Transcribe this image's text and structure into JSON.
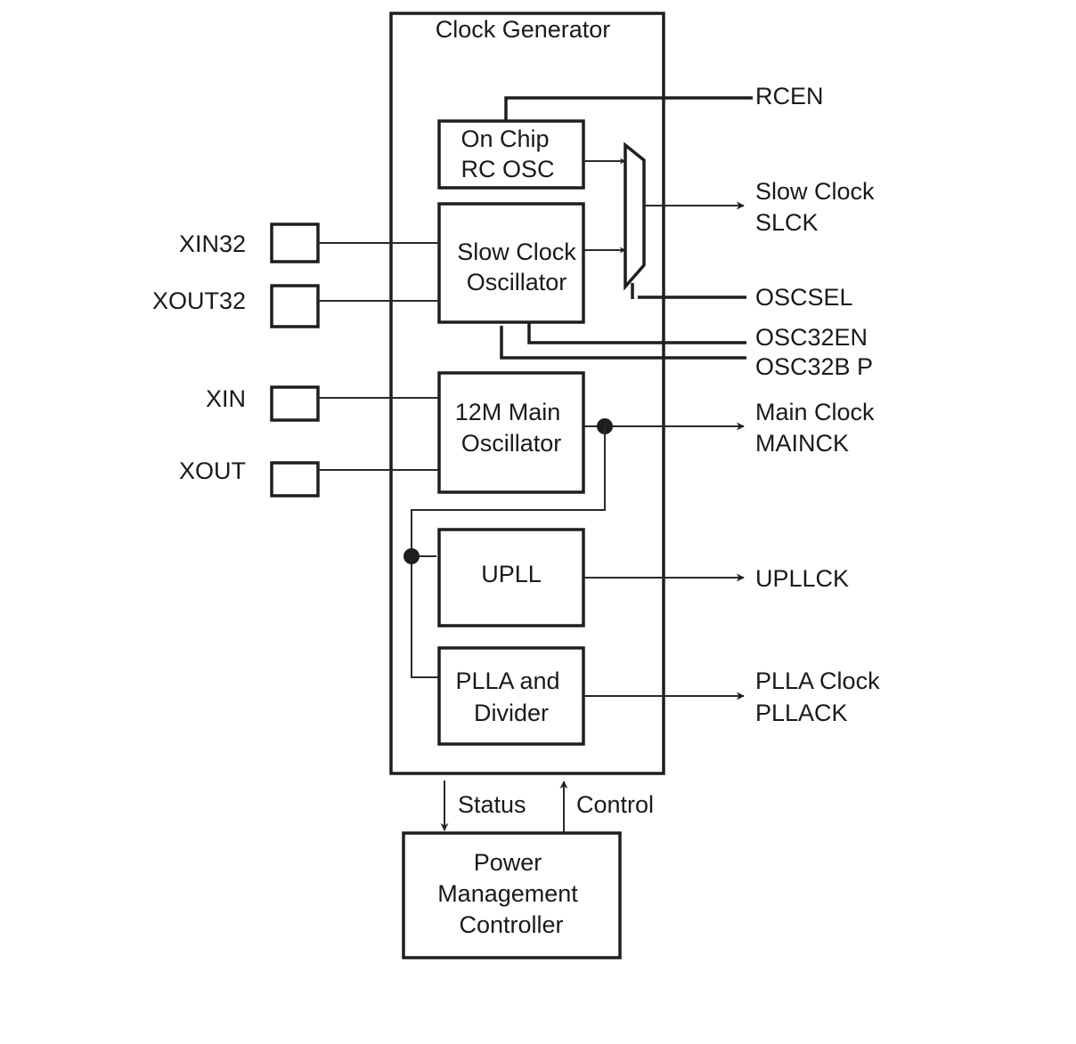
{
  "title": "Clock Generator",
  "blocks": {
    "rc_osc": [
      "On Chip",
      "RC OSC"
    ],
    "slow_osc": [
      "Slow Clock",
      "Oscillator"
    ],
    "main_osc": [
      "12M Main",
      "Oscillator"
    ],
    "upll": [
      "UPLL"
    ],
    "plla": [
      "PLLA and",
      "Divider"
    ],
    "pmc": [
      "Power",
      "Management",
      "Controller"
    ]
  },
  "pins": [
    "XIN32",
    "XOUT32",
    "XIN",
    "XOUT"
  ],
  "control_signals": [
    "RCEN",
    "OSCSEL",
    "OSC32EN",
    "OSC32BP"
  ],
  "control_signal_display": {
    "rcen": "RCEN",
    "oscsel": "OSCSEL",
    "osc32en": "OSC32EN",
    "osc32bp": "OSC32B P"
  },
  "outputs": {
    "slck": [
      "Slow Clock",
      "SLCK"
    ],
    "mainck": [
      "Main Clock",
      "MAINCK"
    ],
    "upllck": [
      "UPLLCK"
    ],
    "pllack": [
      "PLLA Clock",
      "PLLACK"
    ]
  },
  "interface": {
    "status": "Status",
    "control": "Control"
  },
  "colors": {
    "line": "#1e1e1e",
    "background": "#ffffff"
  }
}
